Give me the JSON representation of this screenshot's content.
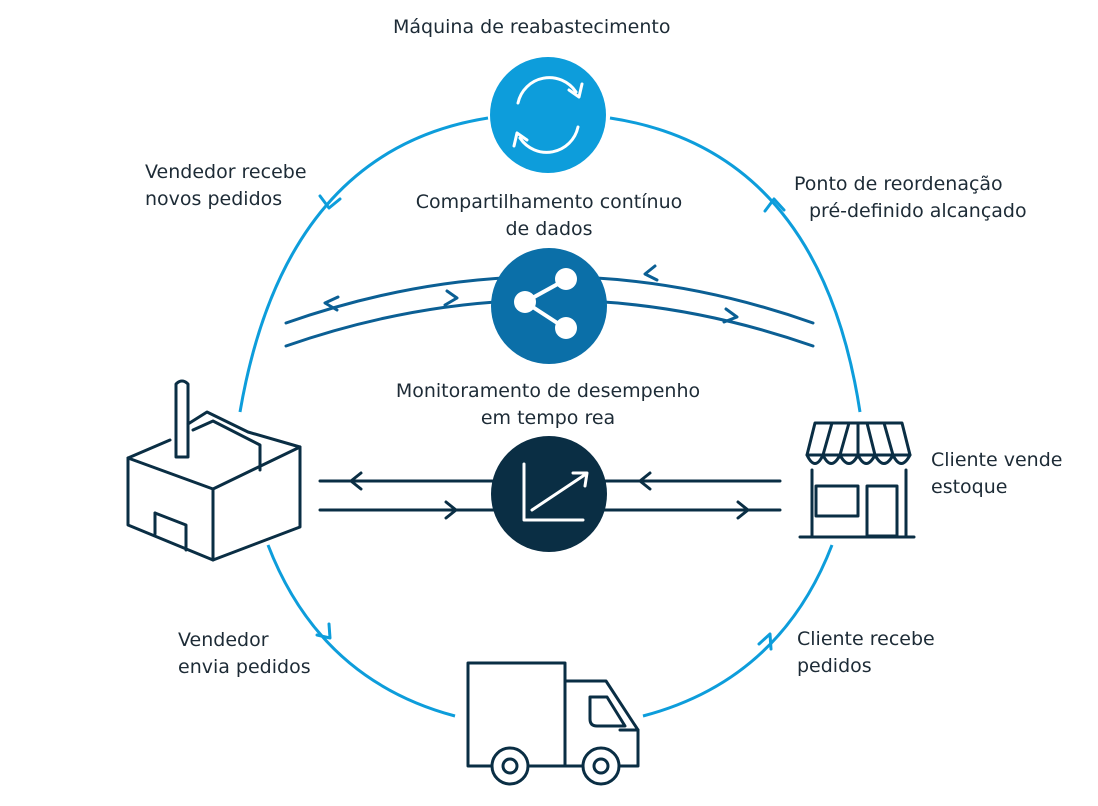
{
  "diagram": {
    "labels": {
      "top_title": "Máquina de reabastecimento",
      "vendor_receives": [
        "Vendedor recebe",
        "novos pedidos"
      ],
      "reorder_point": [
        "Ponto de reordenação",
        "pré-definido alcançado"
      ],
      "data_sharing": [
        "Compartilhamento contínuo",
        "de dados"
      ],
      "performance": [
        "Monitoramento de desempenho",
        "em tempo rea"
      ],
      "client_sells": [
        "Cliente vende",
        "estoque"
      ],
      "vendor_ships": [
        "Vendedor",
        "envia pedidos"
      ],
      "client_receives": [
        "Cliente recebe",
        "pedidos"
      ]
    },
    "icons": {
      "refresh": "refresh-icon",
      "share": "share-icon",
      "chart": "trend-chart-icon",
      "factory": "factory-icon",
      "store": "store-icon",
      "truck": "truck-icon"
    },
    "colors": {
      "cycle_blue": "#0d9ddb",
      "refresh_circle": "#0d9ddb",
      "share_circle": "#0b6fa8",
      "chart_circle": "#0a2e44",
      "data_arrows": "#0b5f94",
      "dark_arrows": "#0a2e44",
      "icon_stroke": "#0a2e44"
    }
  }
}
